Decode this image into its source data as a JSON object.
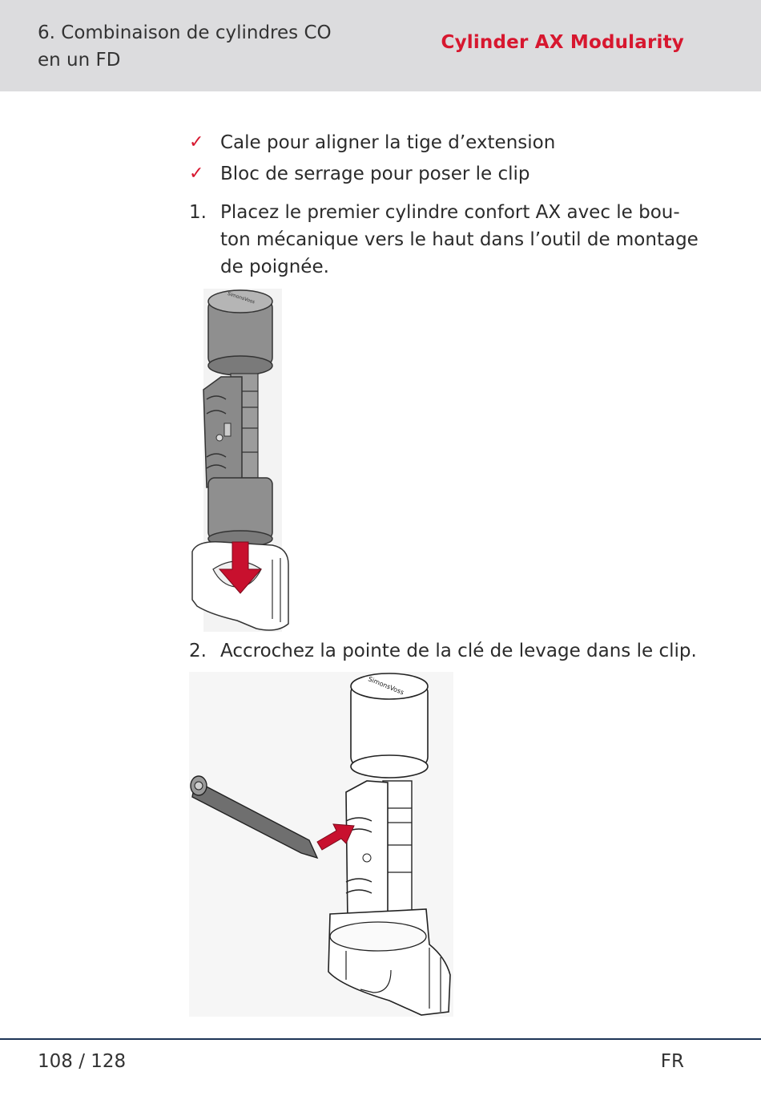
{
  "header": {
    "chapter_line1": "6. Combinaison de cylindres CO",
    "chapter_line2": "en un FD",
    "product": "Cylinder AX Modularity"
  },
  "checklist": [
    {
      "mark": "✓",
      "text": "Cale pour aligner la tige d’extension"
    },
    {
      "mark": "✓",
      "text": "Bloc de serrage pour poser le clip"
    }
  ],
  "steps": [
    {
      "number": "1.",
      "text": "Placez le premier cylindre confort AX avec le bou-ton mécanique vers le haut dans l’outil de montage de poignée.",
      "line1": "Placez le premier cylindre confort AX avec le bou-",
      "line2": "ton mécanique vers le haut dans l’outil de montage",
      "line3": "de poignée."
    },
    {
      "number": "2.",
      "text": "Accrochez la pointe de la clé de levage dans le clip."
    }
  ],
  "figure_brand": "SimonsVoss",
  "footer": {
    "page": "108 / 128",
    "lang": "FR"
  },
  "colors": {
    "accent": "#d7172f",
    "header_bg": "#dcdcde",
    "rule": "#1d3557"
  }
}
